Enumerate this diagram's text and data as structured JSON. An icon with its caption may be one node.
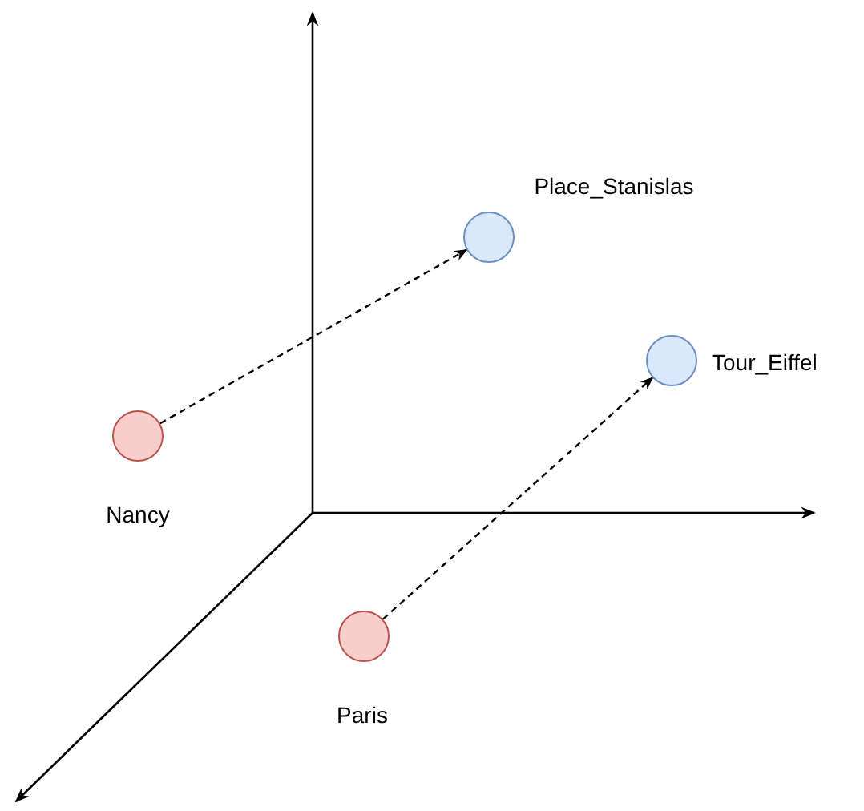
{
  "diagram": {
    "nodes": [
      {
        "text": [
          "Nancy"
        ]
      },
      {
        "text": [
          "Place_Stanislas"
        ]
      },
      {
        "text": [
          "Paris"
        ]
      },
      {
        "text": [
          "Tour_Eiffel"
        ]
      }
    ],
    "edges": [
      {
        "from": 0,
        "to": 1,
        "arrow": "to",
        "style": "dashed"
      },
      {
        "from": 2,
        "to": 3,
        "arrow": "to",
        "style": "dashed"
      }
    ]
  }
}
